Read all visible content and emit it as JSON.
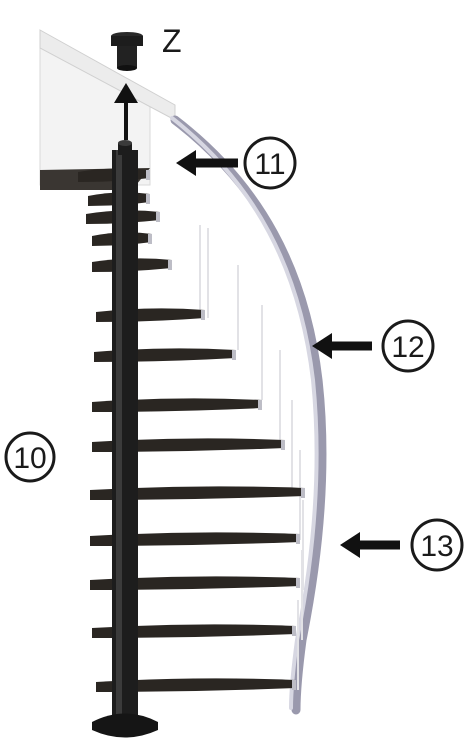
{
  "diagram": {
    "axis_label": "Z",
    "callouts": [
      {
        "id": "c10",
        "label": "10",
        "has_arrow": false
      },
      {
        "id": "c11",
        "label": "11",
        "has_arrow": true
      },
      {
        "id": "c12",
        "label": "12",
        "has_arrow": true
      },
      {
        "id": "c13",
        "label": "13",
        "has_arrow": true
      }
    ],
    "components": {
      "steps_visible": 14,
      "parts": [
        "central-pole",
        "pole-cap",
        "treads",
        "handrail",
        "balusters",
        "landing-platform",
        "base-plate"
      ]
    },
    "colors": {
      "pole": "#1d1d1d",
      "tread": "#2a2622",
      "rail": "#c9c9d6",
      "rail_shadow": "#9a99ad",
      "baluster": "#e6e6ea",
      "landing": "#f1f1f1",
      "text": "#1a1a1a"
    }
  }
}
